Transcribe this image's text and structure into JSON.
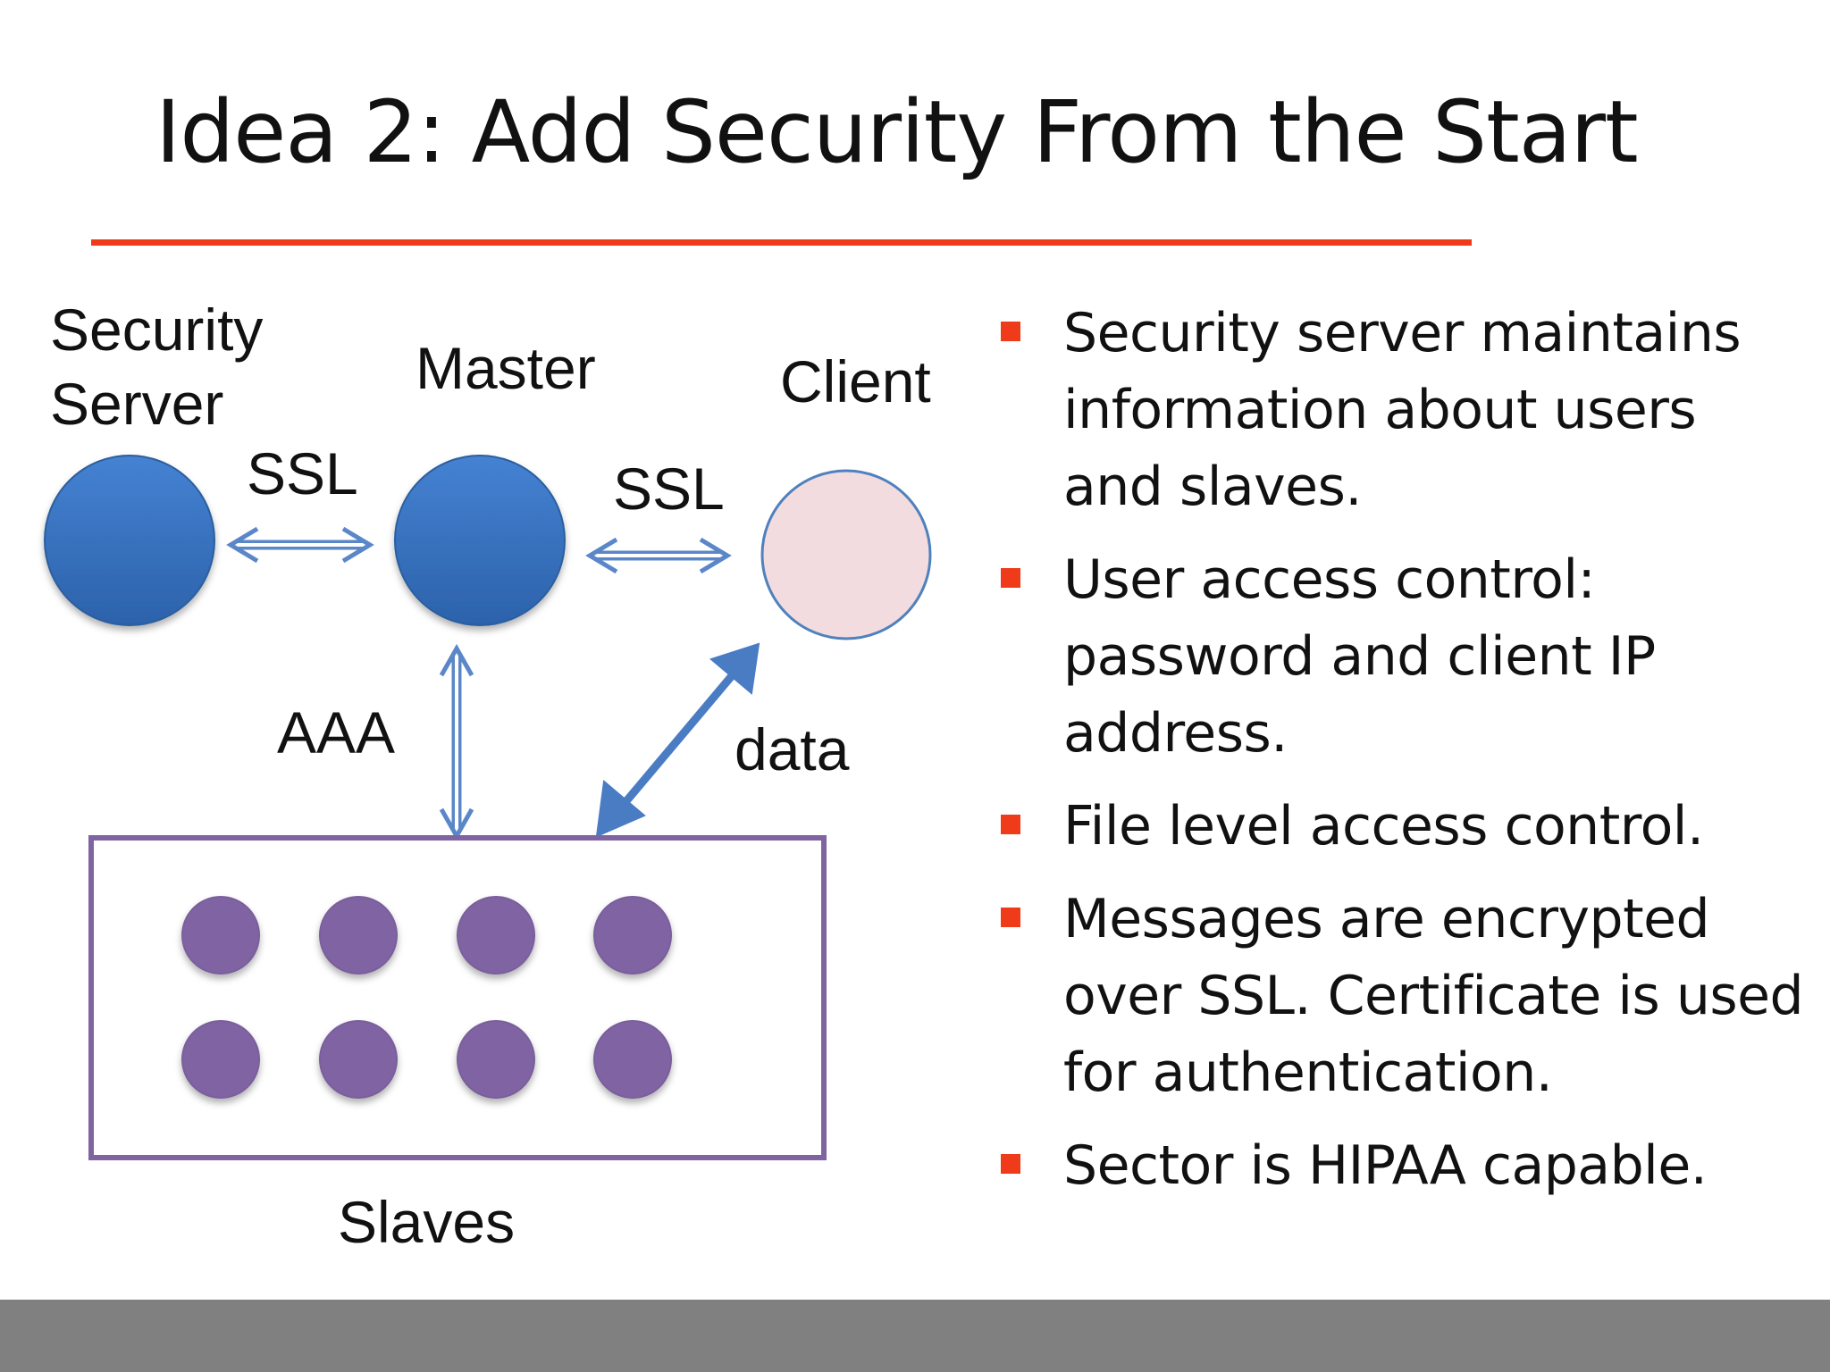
{
  "slide": {
    "title": "Idea 2: Add Security From the Start",
    "accent_color": "#ef3b1a",
    "footer_color": "#808080"
  },
  "diagram": {
    "nodes": {
      "security_server": {
        "label_line1": "Security",
        "label_line2": "Server",
        "color": "#3a76c4"
      },
      "master": {
        "label": "Master",
        "color": "#3a76c4"
      },
      "client": {
        "label": "Client",
        "color": "#f3dcdf"
      }
    },
    "links": {
      "security_master": "SSL",
      "master_client": "SSL",
      "master_slaves": "AAA",
      "client_slaves": "data"
    },
    "slaves": {
      "label": "Slaves",
      "node_color": "#8064a2",
      "count": 8
    },
    "arrow_color": "#5b87c8"
  },
  "bullets": [
    "Security server maintains information about users and slaves.",
    "User access control: password and client IP address.",
    "File level access control.",
    "Messages are encrypted over SSL. Certificate is used for authentication.",
    "Sector is HIPAA capable."
  ]
}
